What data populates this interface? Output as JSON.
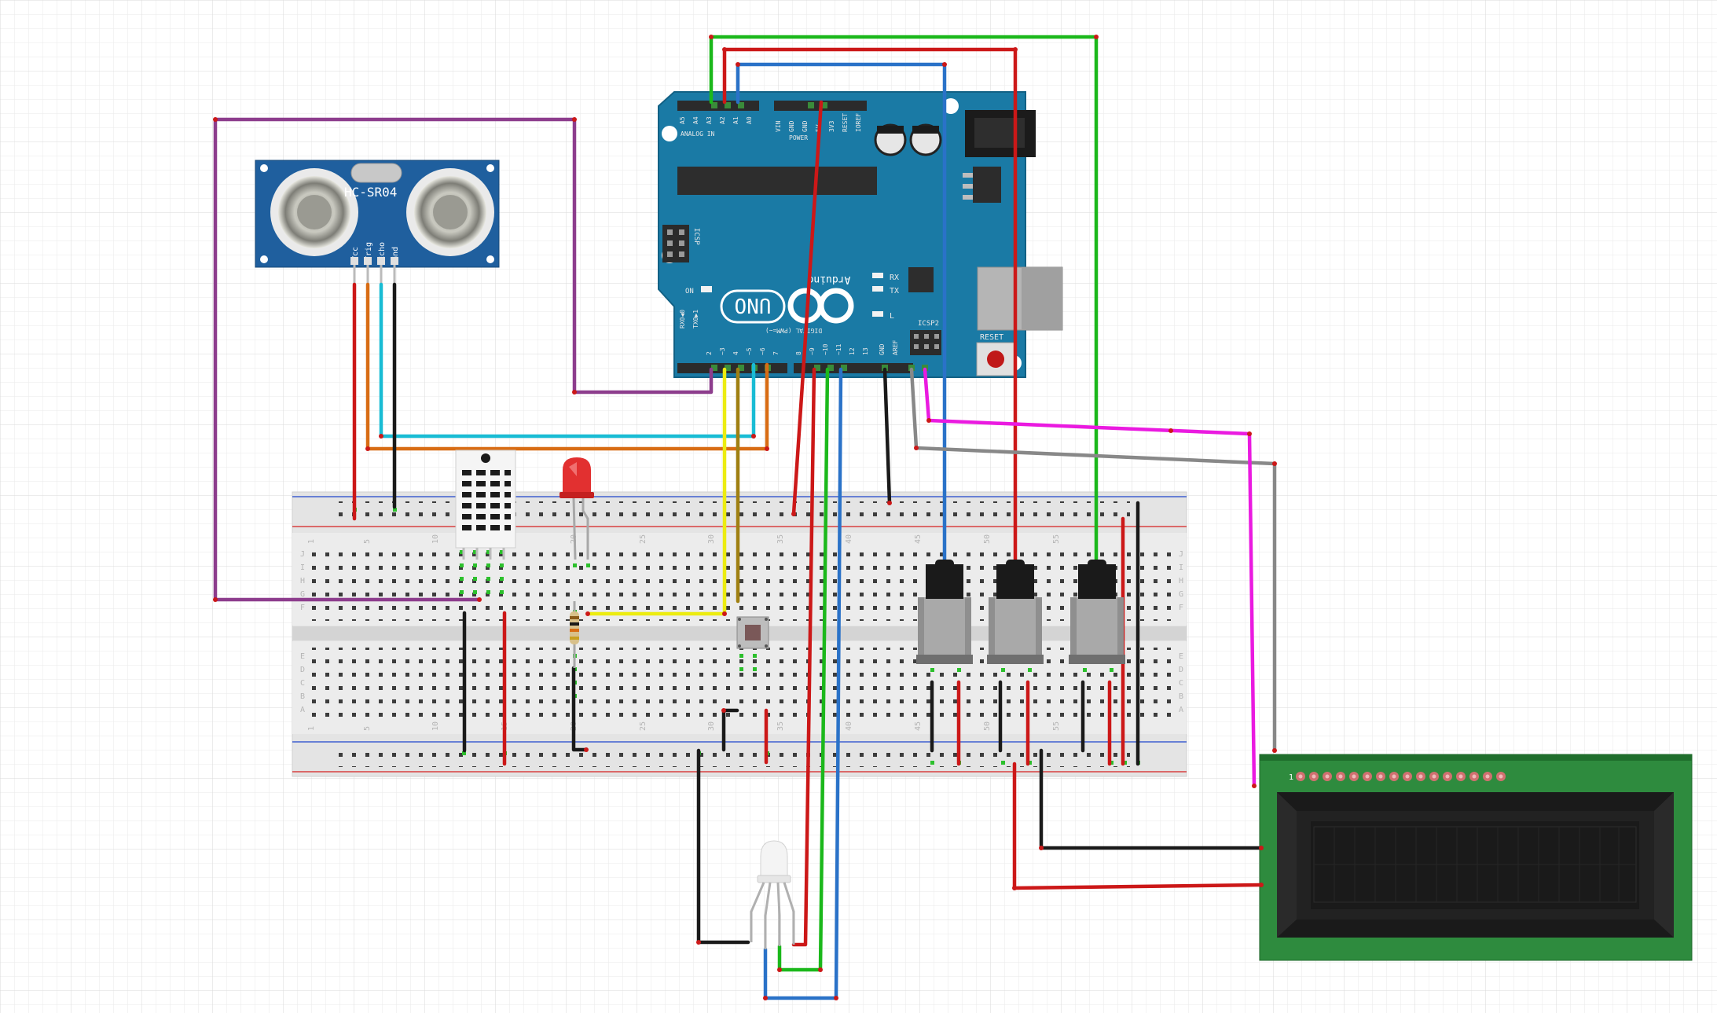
{
  "sensor": {
    "model": "HC-SR04",
    "pins": [
      "Vcc",
      "Trig",
      "Echo",
      "Gnd"
    ]
  },
  "arduino": {
    "brand": "Arduino",
    "model": "UNO",
    "analog_header": [
      "A5",
      "A4",
      "A3",
      "A2",
      "A1",
      "A0"
    ],
    "analog_label": "ANALOG IN",
    "power_header": [
      "VIN",
      "GND",
      "GND",
      "5V",
      "3V3",
      "RESET",
      "IOREF"
    ],
    "power_label": "POWER",
    "digital_header": [
      "RX0◀0",
      "TX0▶1",
      "2",
      "~3",
      "4",
      "~5",
      "~6",
      "7",
      "8",
      "~9",
      "~10",
      "~11",
      "12",
      "13",
      "GND",
      "AREF"
    ],
    "digital_label": "DIGITAL (PWM=~)",
    "icsp": "ICSP",
    "icsp2": "ICSP2",
    "on": "ON",
    "rx": "RX",
    "tx": "TX",
    "l": "L",
    "reset": "RESET"
  },
  "breadboard": {
    "column_numbers": [
      "1",
      "5",
      "10",
      "15",
      "20",
      "25",
      "30",
      "35",
      "40",
      "45",
      "50",
      "55"
    ],
    "top_rows": [
      "J",
      "I",
      "H",
      "G",
      "F"
    ],
    "bottom_rows": [
      "E",
      "D",
      "C",
      "B",
      "A"
    ]
  },
  "lcd": {
    "pin_one": "1"
  },
  "colors": {
    "board": "#1a7aa5",
    "sensor": "#1f5f9e",
    "lcd_pcb": "#2e8b3e",
    "wire_red": "#cc1818",
    "wire_green": "#1bb81b",
    "wire_blue": "#2a72c8",
    "wire_purple": "#8d3d8d",
    "wire_orange": "#d86c14",
    "wire_cyan": "#19bcd4",
    "wire_yellow": "#ecec10",
    "wire_olive": "#a08012",
    "wire_black": "#1a1a1a",
    "wire_magenta": "#ea1ae0",
    "wire_gray": "#888888"
  }
}
